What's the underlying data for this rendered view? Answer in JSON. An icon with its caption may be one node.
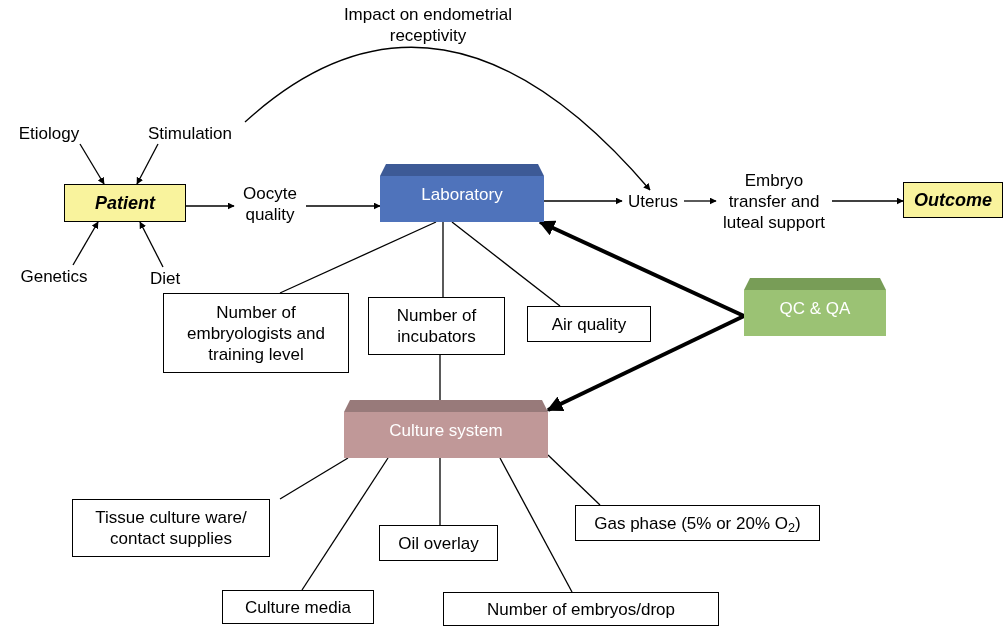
{
  "diagram": {
    "nodes": [
      {
        "text": [
          "Patient"
        ]
      },
      {
        "text": [
          "Etiology"
        ]
      },
      {
        "text": [
          "Stimulation"
        ]
      },
      {
        "text": [
          "Genetics"
        ]
      },
      {
        "text": [
          "Diet"
        ]
      },
      {
        "text": [
          "Oocyte quality"
        ]
      },
      {
        "text": [
          "Laboratory"
        ]
      },
      {
        "text": [
          "Uterus"
        ]
      },
      {
        "text": [
          "Embryo transfer and luteal support"
        ]
      },
      {
        "text": [
          "Outcome"
        ]
      },
      {
        "text": [
          "Number of embryologists and training level"
        ]
      },
      {
        "text": [
          "Number of incubators"
        ]
      },
      {
        "text": [
          "Air quality"
        ]
      },
      {
        "text": [
          "QC & QA"
        ]
      },
      {
        "text": [
          "Culture system"
        ]
      },
      {
        "text": [
          "Tissue culture ware/ contact supplies"
        ]
      },
      {
        "text": [
          "Culture media"
        ]
      },
      {
        "text": [
          "Oil overlay"
        ]
      },
      {
        "text": [
          "Number of embryos/drop"
        ]
      },
      {
        "text": [
          "Gas phase (5% or 20% O$_{2}$)"
        ]
      }
    ],
    "edges": [
      {
        "from": 1,
        "to": 0,
        "arrow": "to"
      },
      {
        "from": 2,
        "to": 0,
        "arrow": "to"
      },
      {
        "from": 3,
        "to": 0,
        "arrow": "to"
      },
      {
        "from": 4,
        "to": 0,
        "arrow": "to"
      },
      {
        "from": 0,
        "to": 5,
        "arrow": "to"
      },
      {
        "from": 5,
        "to": 6,
        "arrow": "to"
      },
      {
        "from": 6,
        "to": 7,
        "arrow": "to"
      },
      {
        "from": 7,
        "to": 8,
        "arrow": "to"
      },
      {
        "from": 8,
        "to": 9,
        "arrow": "to"
      },
      {
        "from": 2,
        "to": 7,
        "arrow": "to",
        "label": "Impact on endometrial receptivity"
      },
      {
        "from": 6,
        "to": 10,
        "arrow": "none"
      },
      {
        "from": 6,
        "to": 11,
        "arrow": "none"
      },
      {
        "from": 6,
        "to": 12,
        "arrow": "none"
      },
      {
        "from": 11,
        "to": 14,
        "arrow": "none"
      },
      {
        "from": 13,
        "to": 6,
        "arrow": "to",
        "style": "thick"
      },
      {
        "from": 13,
        "to": 14,
        "arrow": "to",
        "style": "thick"
      },
      {
        "from": 14,
        "to": 15,
        "arrow": "none"
      },
      {
        "from": 14,
        "to": 16,
        "arrow": "none"
      },
      {
        "from": 14,
        "to": 17,
        "arrow": "none"
      },
      {
        "from": 14,
        "to": 18,
        "arrow": "none"
      },
      {
        "from": 14,
        "to": 19,
        "arrow": "none"
      }
    ]
  }
}
